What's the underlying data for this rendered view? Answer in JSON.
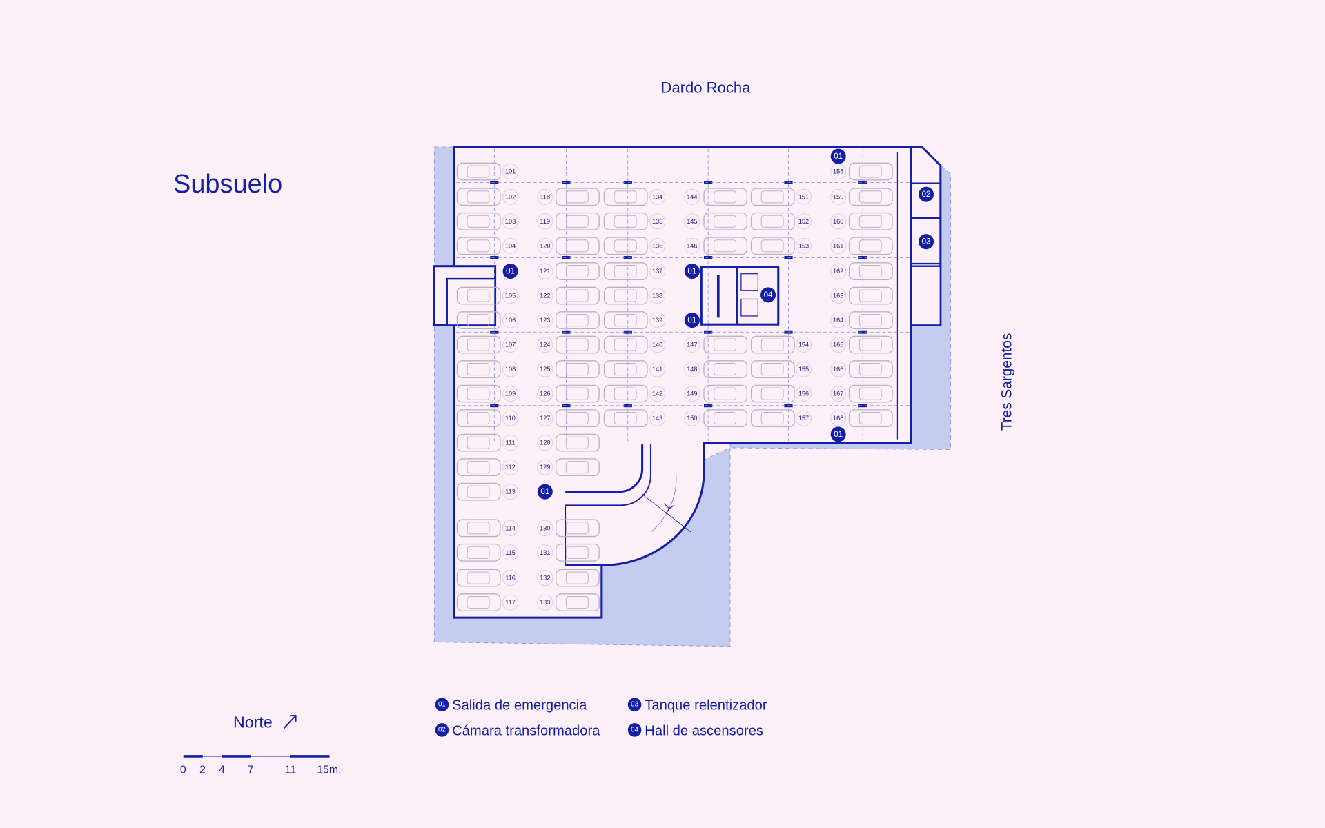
{
  "title": "Subsuelo",
  "streets": {
    "north": "Dardo Rocha",
    "east": "Tres Sargentos"
  },
  "north_label": "Norte",
  "north_arrow_icon": "arrow-up-right-icon",
  "scale_bar": {
    "ticks": [
      "0",
      "2",
      "4",
      "7",
      "11",
      "15m."
    ]
  },
  "colors": {
    "line": "#1320a6",
    "fill": "#c4ccf0",
    "background": "#fdf0f8",
    "car": "#b8b3bf"
  },
  "legend": [
    {
      "code": "01",
      "label": "Salida de emergencia"
    },
    {
      "code": "02",
      "label": "Cámara transformadora"
    },
    {
      "code": "03",
      "label": "Tanque relentizador"
    },
    {
      "code": "04",
      "label": "Hall de ascensores"
    }
  ],
  "parking_columns": [
    {
      "spaces": [
        "101",
        "102",
        "103",
        "104",
        null,
        "105",
        "106",
        "107",
        "108",
        "109",
        "110",
        "111",
        "112",
        "113",
        "114",
        "115",
        "116",
        "117"
      ]
    },
    {
      "spaces": [
        null,
        "118",
        "119",
        "120",
        "121",
        "122",
        "123",
        "124",
        "125",
        "126",
        "127",
        "128",
        "129",
        null,
        "130",
        "131",
        "132",
        "133"
      ]
    },
    {
      "spaces": [
        null,
        "134",
        "135",
        "136",
        "137",
        "138",
        "139",
        "140",
        "141",
        "142",
        "143"
      ]
    },
    {
      "spaces": [
        null,
        "144",
        "145",
        "146",
        null,
        null,
        null,
        "147",
        "148",
        "149",
        "150"
      ]
    },
    {
      "spaces": [
        null,
        "151",
        "152",
        "153",
        null,
        null,
        null,
        "154",
        "155",
        "156",
        "157"
      ]
    },
    {
      "spaces": [
        "158",
        "159",
        "160",
        "161",
        "162",
        "163",
        "164",
        "165",
        "166",
        "167",
        "168"
      ]
    }
  ],
  "markers": [
    "01",
    "01",
    "01",
    "01",
    "01",
    "01",
    "02",
    "03",
    "04"
  ]
}
